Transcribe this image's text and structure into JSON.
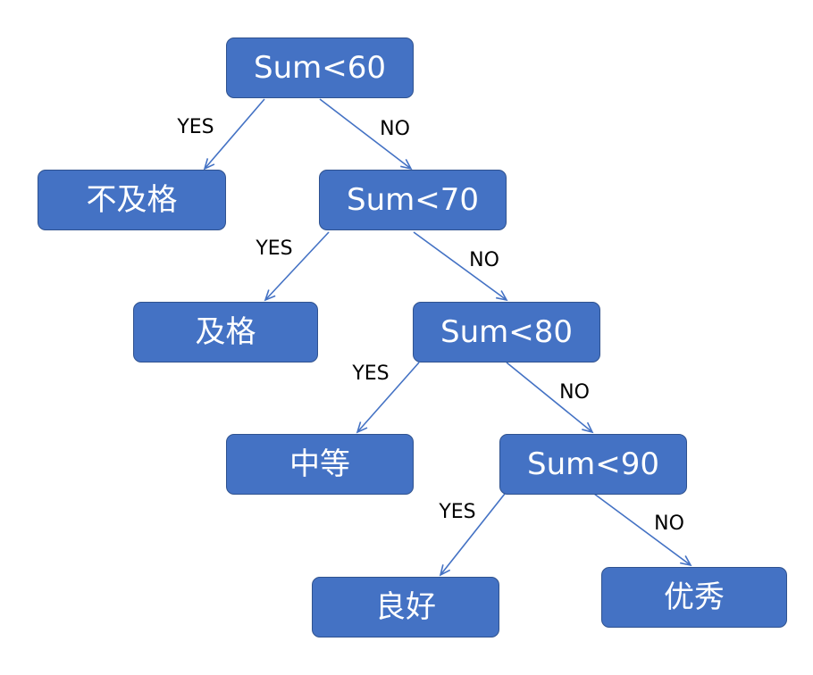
{
  "nodes": {
    "sum60": "Sum<60",
    "fail": "不及格",
    "sum70": "Sum<70",
    "pass": "及格",
    "sum80": "Sum<80",
    "medium": "中等",
    "sum90": "Sum<90",
    "good": "良好",
    "excellent": "优秀"
  },
  "edge_labels": {
    "e1": "YES",
    "e2": "NO",
    "e3": "YES",
    "e4": "NO",
    "e5": "YES",
    "e6": "NO",
    "e7": "YES",
    "e8": "NO"
  },
  "colors": {
    "node_fill": "#4472C4",
    "node_border": "#2F528F",
    "edge": "#4472C4",
    "node_text": "#FFFFFF",
    "label_text": "#000000"
  }
}
